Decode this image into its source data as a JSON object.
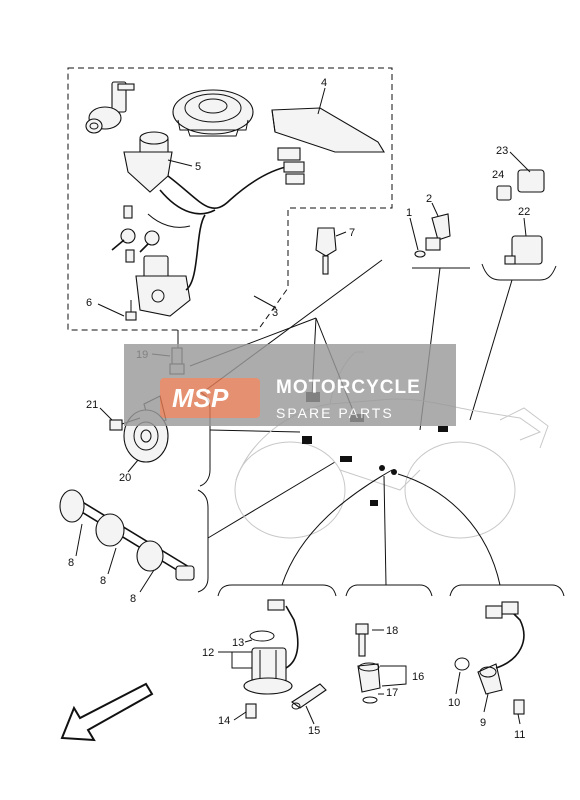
{
  "watermark": {
    "logo": "MSP",
    "title": "MOTORCYCLE",
    "subtitle": "SPARE PARTS",
    "colors": {
      "band": "#9a9a9a",
      "logo_bg": "#e07a52"
    }
  },
  "callouts": {
    "c1": "1",
    "c2": "2",
    "c3": "3",
    "c4": "4",
    "c5": "5",
    "c6": "6",
    "c7": "7",
    "c8a": "8",
    "c8b": "8",
    "c8c": "8",
    "c9": "9",
    "c10": "10",
    "c11": "11",
    "c12": "12",
    "c13": "13",
    "c14": "14",
    "c15": "15",
    "c16": "16",
    "c17": "17",
    "c18": "18",
    "c19": "19",
    "c20": "20",
    "c21": "21",
    "c22": "22",
    "c23": "23",
    "c24": "24"
  },
  "icons": [
    "front-direction-arrow-icon"
  ]
}
